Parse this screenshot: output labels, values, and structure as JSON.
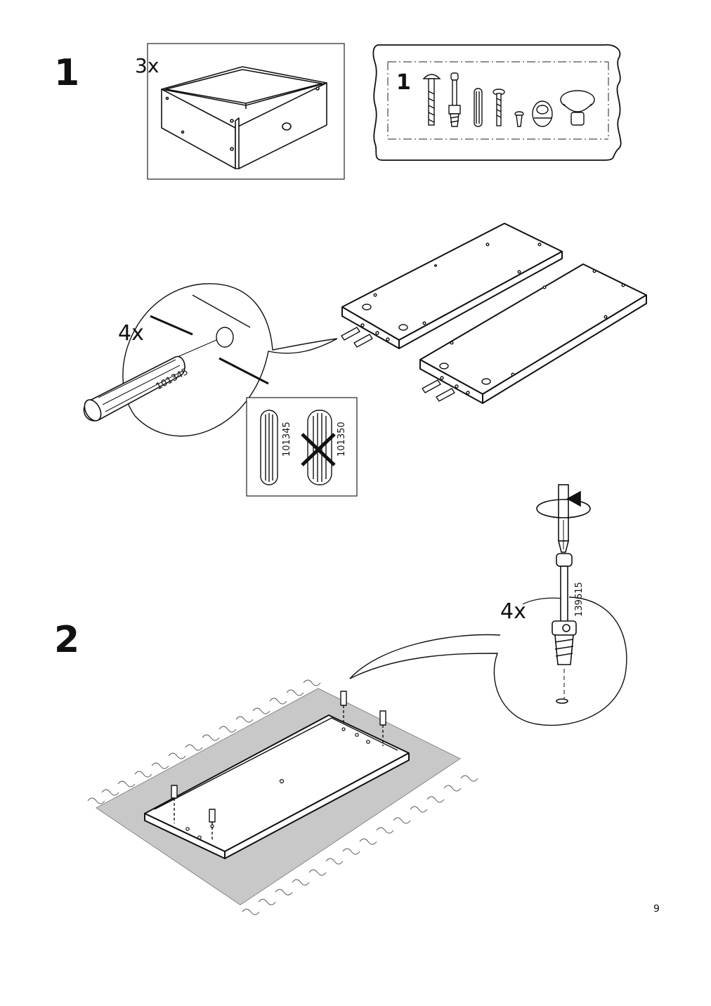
{
  "page": {
    "number": "9"
  },
  "step1": {
    "number": "1",
    "drawer_qty": "3x",
    "bag_number": "1",
    "dowel_qty": "4x",
    "dowel_part": "101345",
    "compare": {
      "ok_part": "101345",
      "wrong_part": "101350"
    }
  },
  "step2": {
    "number": "2",
    "bolt_qty": "4x",
    "bolt_part": "139615"
  }
}
